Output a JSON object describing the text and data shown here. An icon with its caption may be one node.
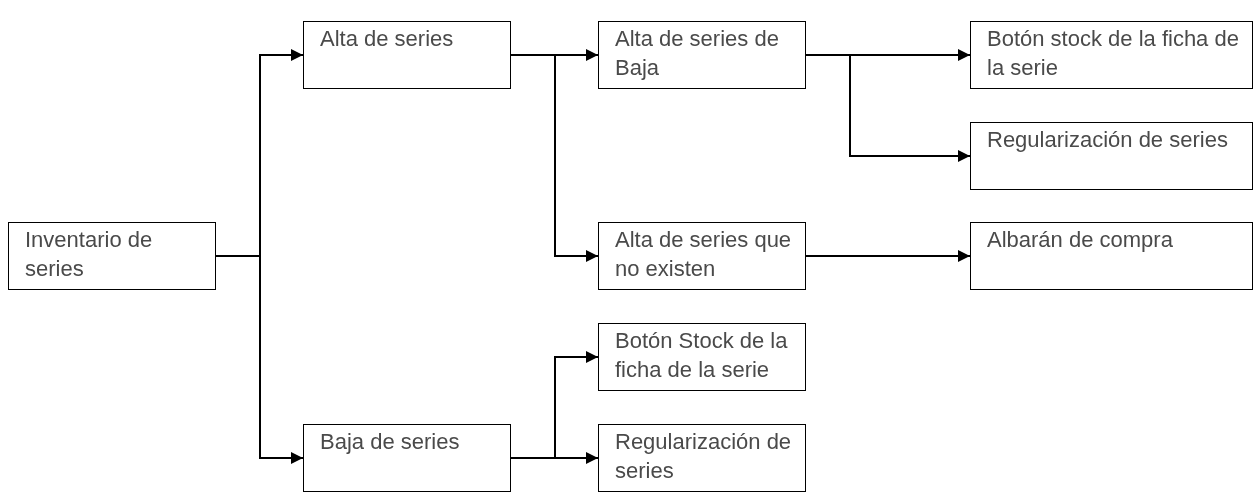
{
  "diagram": {
    "nodes": [
      {
        "text": [
          "Inventario de series"
        ]
      },
      {
        "text": [
          "Alta de series"
        ]
      },
      {
        "text": [
          "Baja de series"
        ]
      },
      {
        "text": [
          "Alta de series de Baja"
        ]
      },
      {
        "text": [
          "Alta de series que no existen"
        ]
      },
      {
        "text": [
          "Botón Stock de la ficha de la serie"
        ]
      },
      {
        "text": [
          "Regularización de series"
        ]
      },
      {
        "text": [
          "Botón stock de la ficha de la serie"
        ]
      },
      {
        "text": [
          "Regularización de series"
        ]
      },
      {
        "text": [
          "Albarán de compra"
        ]
      }
    ],
    "edges": [
      {
        "from": 0,
        "to": 1,
        "arrow": "to"
      },
      {
        "from": 0,
        "to": 2,
        "arrow": "to"
      },
      {
        "from": 1,
        "to": 3,
        "arrow": "to"
      },
      {
        "from": 1,
        "to": 4,
        "arrow": "to"
      },
      {
        "from": 2,
        "to": 5,
        "arrow": "to"
      },
      {
        "from": 2,
        "to": 6,
        "arrow": "to"
      },
      {
        "from": 3,
        "to": 7,
        "arrow": "to"
      },
      {
        "from": 3,
        "to": 8,
        "arrow": "to"
      },
      {
        "from": 4,
        "to": 9,
        "arrow": "to"
      }
    ]
  }
}
